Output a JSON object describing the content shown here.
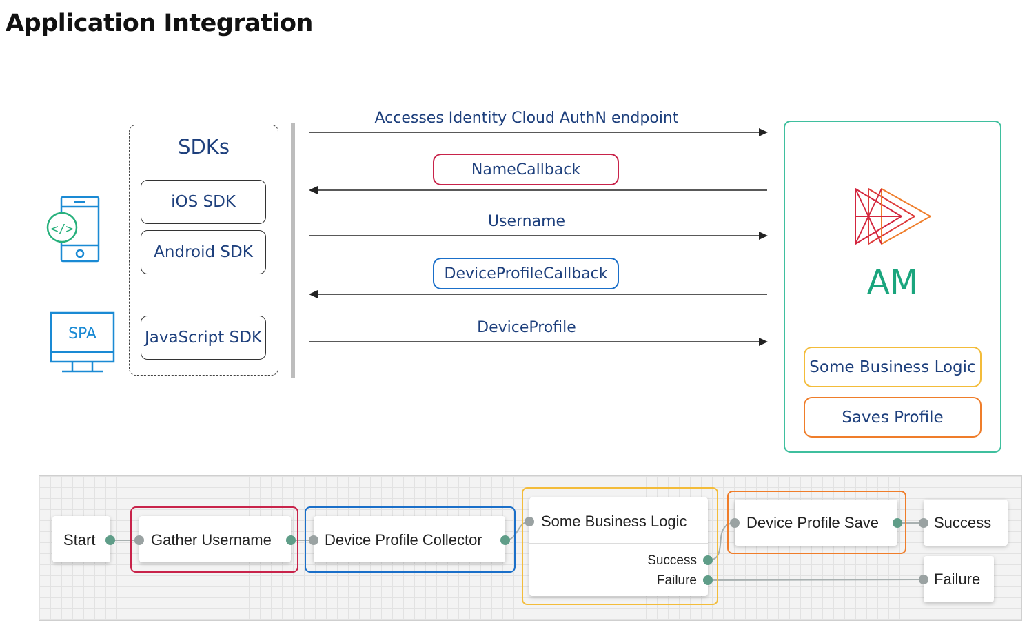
{
  "page_title": "Application Integration",
  "colors": {
    "navy_text": "#1d3f7c",
    "name_callback": "#c8234a",
    "device_profile_callback": "#1a6fc9",
    "am_green": "#1aa57d",
    "am_panel_border": "#3fbf9e",
    "business_logic": "#f3bc3a",
    "saves_profile": "#ef7d2a",
    "client_icons": "#1a8ad4",
    "code_badge": "#27b07c"
  },
  "clients": {
    "mobile_icon": "mobile-code-icon",
    "spa_label": "SPA"
  },
  "sdks": {
    "title": "SDKs",
    "items": [
      "iOS SDK",
      "Android SDK",
      "JavaScript SDK"
    ]
  },
  "flow": {
    "accesses_label": "Accesses Identity Cloud AuthN endpoint",
    "name_callback": "NameCallback",
    "username": "Username",
    "device_profile_callback": "DeviceProfileCallback",
    "device_profile": "DeviceProfile"
  },
  "am": {
    "logo_icon": "forgerock-am-logo",
    "title": "AM",
    "business_logic": "Some Business Logic",
    "saves_profile": "Saves Profile"
  },
  "tree": {
    "start": "Start",
    "gather_username": "Gather Username",
    "device_profile_collector": "Device Profile Collector",
    "some_business_logic": "Some Business Logic",
    "outcome_success": "Success",
    "outcome_failure": "Failure",
    "device_profile_save": "Device Profile Save",
    "success": "Success",
    "failure": "Failure"
  }
}
